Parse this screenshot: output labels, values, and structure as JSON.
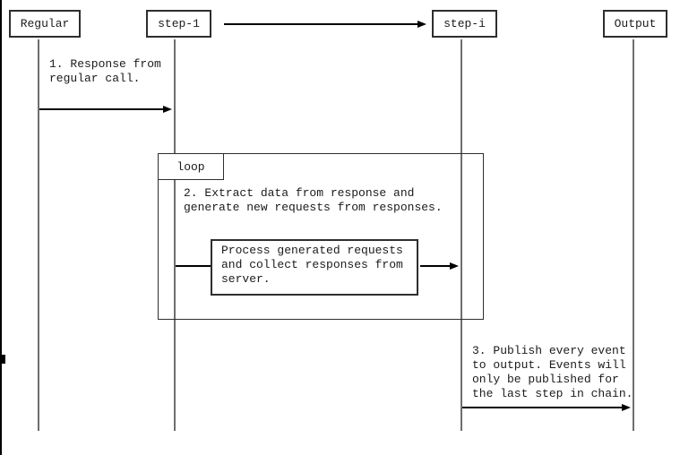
{
  "diagram": {
    "type": "sequence-diagram",
    "colors": {
      "background": "#ffffff",
      "line": "#000000",
      "box_border": "#2e2e2e",
      "lifeline": "#6e6e6e",
      "text": "#1b1b1b"
    },
    "actors": [
      {
        "label": "Regular"
      },
      {
        "label": "step-1"
      },
      {
        "label": "step-i"
      },
      {
        "label": "Output"
      }
    ],
    "loop": {
      "label": "loop"
    },
    "messages": {
      "msg1": "1. Response from\nregular call.",
      "msg2": "2. Extract data from response and\ngenerate new requests from responses.",
      "process_note": "Process generated requests\nand collect responses from\nserver.",
      "msg3": "3. Publish every event\nto output. Events will\nonly be published for\nthe last step in chain."
    }
  }
}
